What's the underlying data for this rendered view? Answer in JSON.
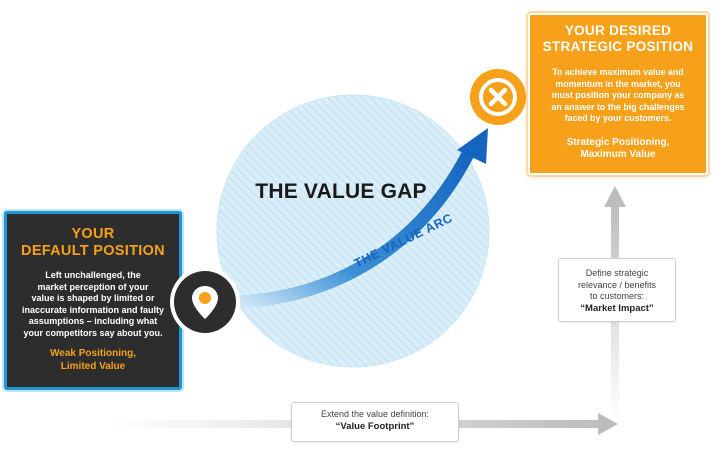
{
  "diagram": {
    "gap_title": "THE VALUE GAP",
    "arc_label": "THE VALUE ARC"
  },
  "default_position": {
    "heading_line1": "YOUR",
    "heading_line2": "DEFAULT POSITION",
    "body_lines": [
      "Left unchallenged, the",
      "market perception of your",
      "value is shaped by limited or",
      "inaccurate information and faulty",
      "assumptions – including what",
      "your competitors say about you."
    ],
    "foot_line1": "Weak Positioning,",
    "foot_line2": "Limited Value"
  },
  "desired_position": {
    "heading_line1": "YOUR DESIRED",
    "heading_line2": "STRATEGIC POSITION",
    "body_lines": [
      "To achieve maximum value and",
      "momentum in the market, you",
      "must position your company as",
      "an answer to the big challenges",
      "faced by your customers."
    ],
    "foot_line1": "Strategic Positioning,",
    "foot_line2": "Maximum Value"
  },
  "market_impact": {
    "desc_lines": [
      "Define strategic",
      "relevance / benefits",
      "to customers:"
    ],
    "term": "“Market Impact”"
  },
  "value_footprint": {
    "desc": "Extend the value definition:",
    "term": "“Value Footprint”"
  },
  "icons": {
    "start": "location-pin-icon",
    "target": "x-close-icon"
  },
  "colors": {
    "accent_orange": "#f7a11a",
    "accent_blue": "#2196d3",
    "arc_blue": "#1565c0",
    "dark_box": "#2d2d2d",
    "circle_fill": "#d6ecf8"
  }
}
